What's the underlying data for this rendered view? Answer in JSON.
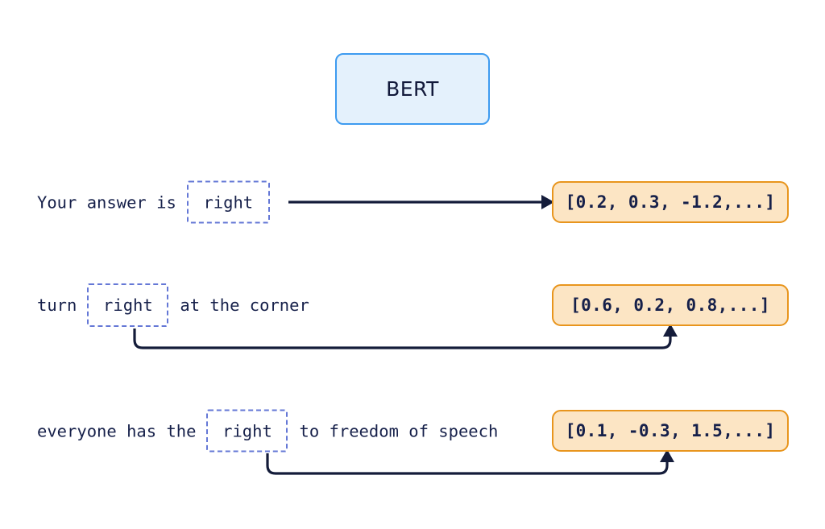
{
  "model": {
    "label": "BERT",
    "fill_color": "#e4f1fc",
    "border_color": "#3d9bf0"
  },
  "theme": {
    "text_color": "#16204a",
    "arrow_color": "#141c3a",
    "token_dash_color": "#6578d6",
    "vector_fill": "#fce5c4",
    "vector_border": "#e8951d",
    "background": "#ffffff"
  },
  "rows": [
    {
      "id": "row-1",
      "prefix": "Your answer is",
      "token": "right",
      "suffix": "",
      "vector": "[0.2, 0.3, -1.2,...]",
      "arrow_style": "straight"
    },
    {
      "id": "row-2",
      "prefix": "turn",
      "token": "right",
      "suffix": "at the corner",
      "vector": "[0.6, 0.2, 0.8,...]",
      "arrow_style": "curved-under"
    },
    {
      "id": "row-3",
      "prefix": "everyone has the",
      "token": "right",
      "suffix": "to freedom of speech",
      "vector": "[0.1, -0.3, 1.5,...]",
      "arrow_style": "curved-under"
    }
  ]
}
